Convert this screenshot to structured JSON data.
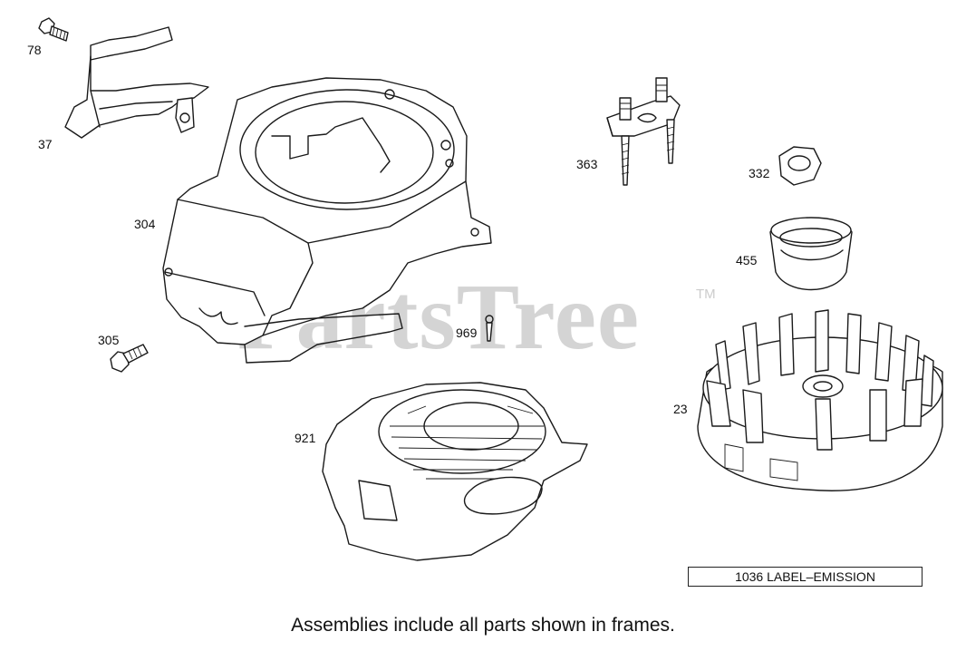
{
  "watermark": {
    "text": "PartsTree",
    "trademark": "TM"
  },
  "parts": [
    {
      "number": "78"
    },
    {
      "number": "37"
    },
    {
      "number": "304"
    },
    {
      "number": "305"
    },
    {
      "number": "969"
    },
    {
      "number": "921"
    },
    {
      "number": "363"
    },
    {
      "number": "332"
    },
    {
      "number": "455"
    },
    {
      "number": "23"
    }
  ],
  "frame_label": "1036 LABEL–EMISSION",
  "footer": "Assemblies include all parts shown in frames."
}
